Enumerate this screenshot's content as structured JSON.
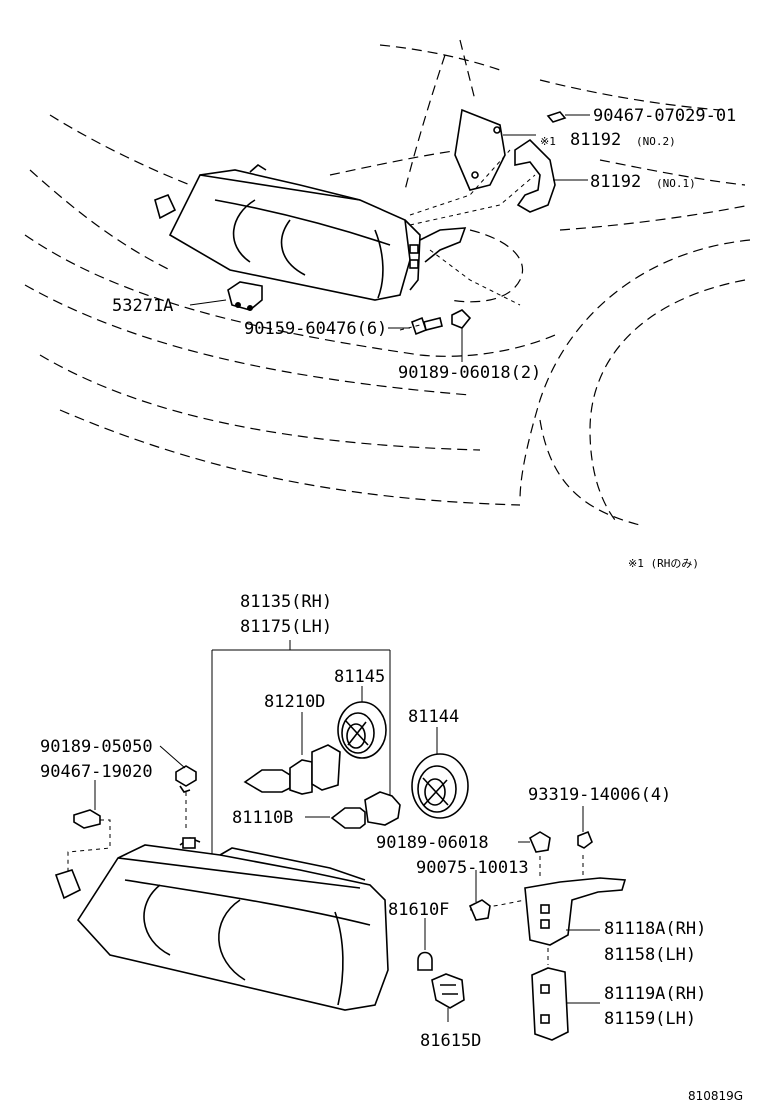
{
  "labels": {
    "l90467_07029": "90467-07029-01",
    "note_mark": "※1",
    "l81192_a": "81192",
    "l81192_a_note": "(NO.2)",
    "l81192_b": "81192",
    "l81192_b_note": "(NO.1)",
    "l53271A": "53271A",
    "l90159": "90159-60476(6)",
    "l90189_06018_2": "90189-06018(2)",
    "footnote": "※1 (RHのみ)",
    "l81135": "81135(RH)",
    "l81175": "81175(LH)",
    "l81145": "81145",
    "l81210D": "81210D",
    "l81144": "81144",
    "l90189_05050": "90189-05050",
    "l90467_19020": "90467-19020",
    "l81110B": "81110B",
    "l93319": "93319-14006(4)",
    "l90189_06018": "90189-06018",
    "l90075": "90075-10013",
    "l81610F": "81610F",
    "l81118A": "81118A(RH)",
    "l81158": "81158(LH)",
    "l81119A": "81119A(RH)",
    "l81159": "81159(LH)",
    "l81615D": "81615D",
    "ref_code": "810819G"
  }
}
